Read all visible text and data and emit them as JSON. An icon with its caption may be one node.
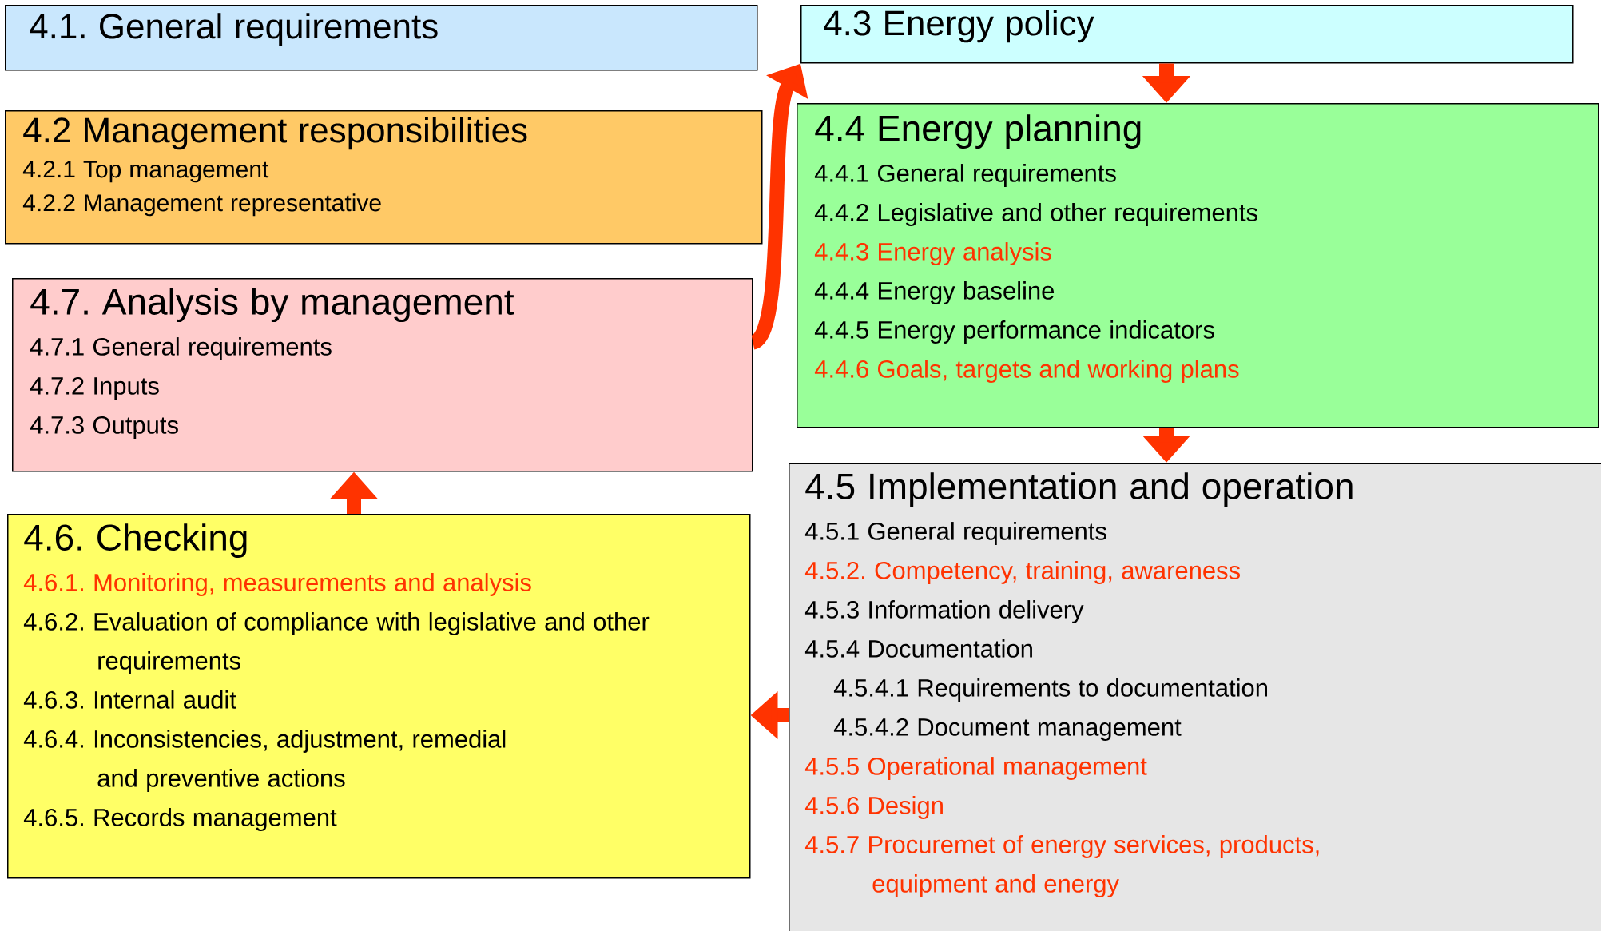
{
  "diagram": {
    "nodes": [
      {
        "text": [
          "4.1. General requirements"
        ]
      },
      {
        "text": [
          "4.3 Energy policy"
        ]
      },
      {
        "text": [
          "4.2 Management responsibilities",
          "4.2.1 Top management",
          "4.2.2 Management representative"
        ]
      },
      {
        "text": [
          "4.4 Energy planning",
          "4.4.1 General requirements",
          "4.4.2 Legislative and other requirements",
          "4.4.3 Energy analysis",
          "4.4.4 Energy baseline",
          "4.4.5 Energy performance indicators",
          "4.4.6 Goals, targets and working plans"
        ]
      },
      {
        "text": [
          "4.7. Analysis by management",
          "4.7.1 General requirements",
          "4.7.2 Inputs",
          "4.7.3 Outputs"
        ]
      },
      {
        "text": [
          "4.5 Implementation and operation",
          "4.5.1 General requirements",
          "4.5.2. Competency, training, awareness",
          "4.5.3 Information delivery",
          "4.5.4 Documentation",
          "4.5.4.1 Requirements to documentation",
          "4.5.4.2 Document management",
          "4.5.5 Operational management",
          "4.5.6 Design",
          "4.5.7 Procuremet of energy services, products, equipment and energy"
        ]
      },
      {
        "text": [
          "4.6. Checking",
          "4.6.1. Monitoring, measurements and analysis",
          "4.6.2. Evaluation of compliance with legislative and other requirements",
          "4.6.3. Internal audit",
          "4.6.4. Inconsistencies, adjustment, remedial and preventive actions",
          "4.6.5. Records management"
        ]
      }
    ],
    "edges": [
      {
        "from": 4,
        "to": 1,
        "arrow": "to"
      },
      {
        "from": 1,
        "to": 3,
        "arrow": "to"
      },
      {
        "from": 3,
        "to": 5,
        "arrow": "to"
      },
      {
        "from": 5,
        "to": 6,
        "arrow": "to"
      },
      {
        "from": 6,
        "to": 4,
        "arrow": "to"
      }
    ]
  }
}
